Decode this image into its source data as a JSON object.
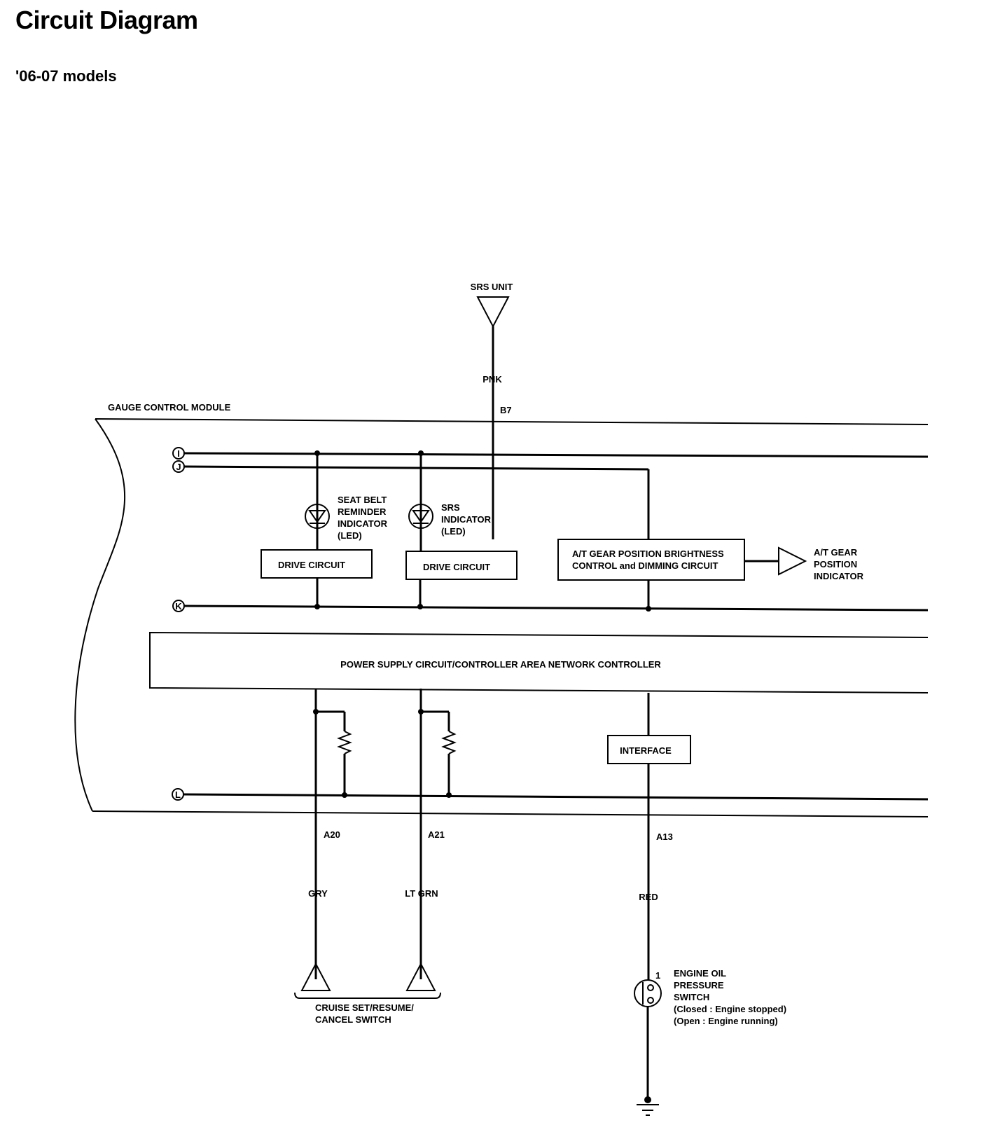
{
  "title": "Circuit Diagram",
  "subtitle": "'06-07 models",
  "diagram": {
    "srs_unit": "SRS UNIT",
    "wire_pnk": "PNK",
    "terminal_b7": "B7",
    "module": "GAUGE CONTROL MODULE",
    "term_i": "I",
    "term_j": "J",
    "term_k": "K",
    "term_l": "L",
    "seat_belt": [
      "SEAT BELT",
      "REMINDER",
      "INDICATOR",
      "(LED)"
    ],
    "srs_indicator": [
      "SRS",
      "INDICATOR",
      "(LED)"
    ],
    "drive_circuit_1": "DRIVE CIRCUIT",
    "drive_circuit_2": "DRIVE CIRCUIT",
    "at_gear_box": [
      "A/T GEAR POSITION BRIGHTNESS",
      "CONTROL and DIMMING CIRCUIT"
    ],
    "at_gear_indicator": [
      "A/T GEAR",
      "POSITION",
      "INDICATOR"
    ],
    "power_supply": "POWER SUPPLY CIRCUIT/CONTROLLER AREA NETWORK CONTROLLER",
    "interface": "INTERFACE",
    "terminal_a20": "A20",
    "terminal_a21": "A21",
    "terminal_a13": "A13",
    "wire_gry": "GRY",
    "wire_lt_grn": "LT GRN",
    "wire_red": "RED",
    "cruise_switch": [
      "CRUISE SET/RESUME/",
      "CANCEL SWITCH"
    ],
    "pin_1": "1",
    "oil_switch": [
      "ENGINE OIL",
      "PRESSURE",
      "SWITCH",
      "(Closed : Engine stopped)",
      "(Open : Engine running)"
    ]
  }
}
